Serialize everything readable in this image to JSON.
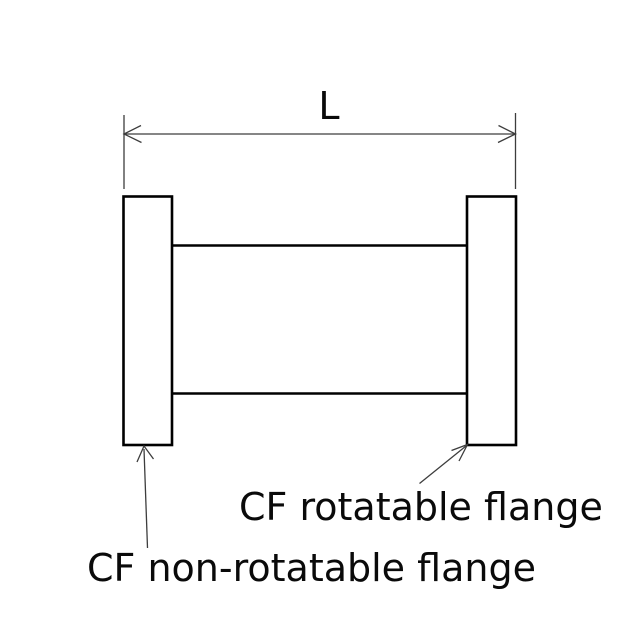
{
  "diagram": {
    "dimension_label": "L",
    "flange_labels": {
      "rotatable": "CF rotatable flange",
      "non_rotatable": "CF non-rotatable flange"
    },
    "colors": {
      "background": "#ffffff",
      "outline": "#000000",
      "thin_line": "#3d3d3d",
      "text": "#0a0a0a"
    }
  }
}
